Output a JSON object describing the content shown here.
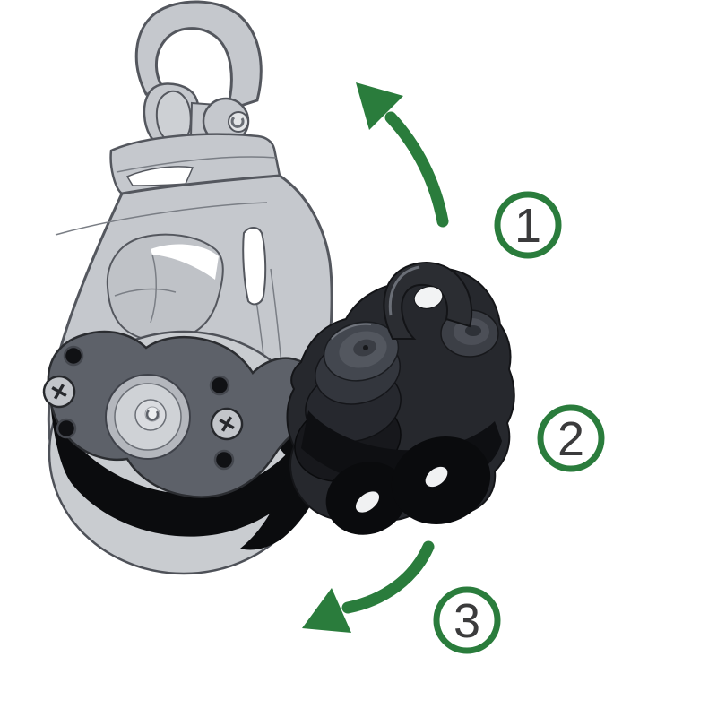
{
  "meta": {
    "title": "Pulley block rotation diagram",
    "background": "#ffffff"
  },
  "colors": {
    "accent_green": "#2a7c3c",
    "number_gray": "#3b3b3c",
    "body_light": "#c5c8cd",
    "body_mid": "#bfc2c7",
    "plate_gray": "#5d6169",
    "cleat_dark": "#26282d",
    "shadow_black": "#0b0c0e",
    "outline_gray": "#54575e",
    "hub_light": "#cfd2d6",
    "white": "#ffffff"
  },
  "callouts": [
    {
      "label": "1"
    },
    {
      "label": "2"
    },
    {
      "label": "3"
    }
  ],
  "arrows": [
    {
      "name": "rotate-up-arrow",
      "meaning": "swing upward (counterclockwise)"
    },
    {
      "name": "rotate-down-arrow",
      "meaning": "swing downward (clockwise)"
    }
  ],
  "illustration": {
    "subject": "Swivel pulley block with cam cleat",
    "visible_parts": [
      "swivel shackle",
      "shackle pin",
      "block head",
      "block cheek with cutouts",
      "sheave",
      "center plate",
      "phillips screws",
      "hub bearing",
      "cam cleat with fairlead loop",
      "cleat mounting holes"
    ]
  }
}
